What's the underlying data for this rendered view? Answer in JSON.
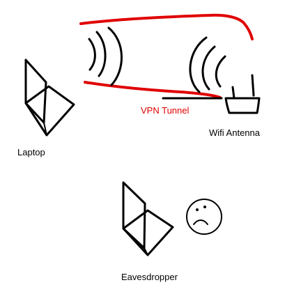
{
  "labels": {
    "vpn_tunnel": "VPN Tunnel",
    "wifi_antenna": "Wifi Antenna",
    "laptop": "Laptop",
    "eavesdropper": "Eavesdropper"
  },
  "colors": {
    "tunnel": "#e00000",
    "ink": "#000000",
    "background": "#ffffff"
  },
  "icons": {
    "laptop": "laptop-icon",
    "antenna": "antenna-icon",
    "eavesdropper_laptop": "laptop-icon",
    "eavesdropper_face": "frowning-face-icon"
  }
}
